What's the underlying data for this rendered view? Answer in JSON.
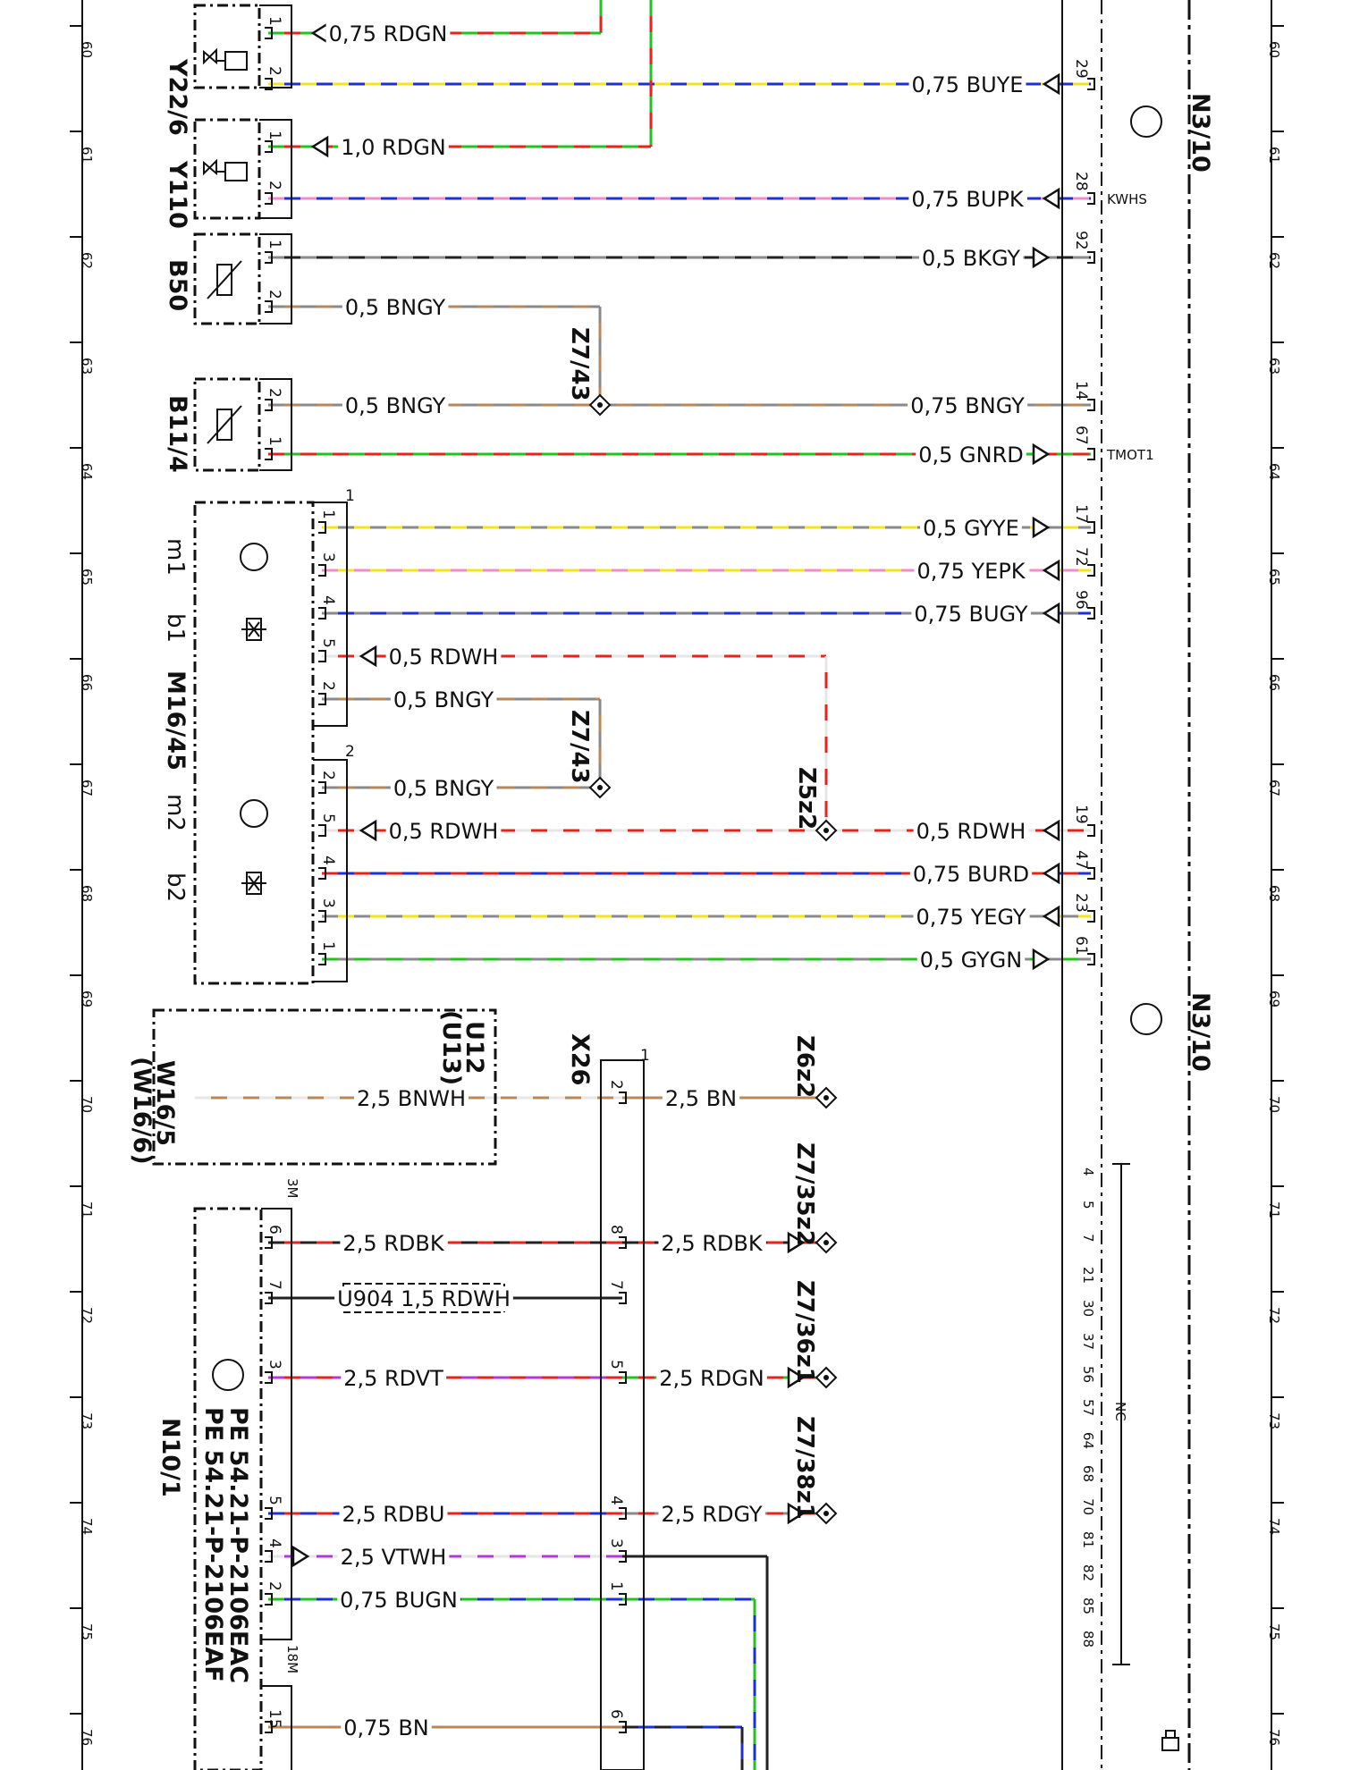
{
  "row_numbers": [
    "60",
    "61",
    "62",
    "63",
    "64",
    "65",
    "66",
    "67",
    "68",
    "69",
    "70",
    "71",
    "72",
    "73",
    "74",
    "75",
    "76"
  ],
  "colors": {
    "RD": "#e8231e",
    "GN": "#22c31e",
    "BU": "#1f2fd6",
    "YE": "#f2e51a",
    "PK": "#f08cc8",
    "BK": "#222222",
    "GY": "#8a8a8a",
    "BN": "#b8875a",
    "WH": "#e6e6e6",
    "VT": "#b03ad4"
  },
  "components": {
    "y22_6": "Y22/6",
    "y110": "Y110",
    "b50": "B50",
    "b11_4": "B11/4",
    "m16_45": "M16/45",
    "m1": "m1",
    "b1": "b1",
    "m2": "m2",
    "b2": "b2",
    "n3_10_a": "N3/10",
    "n3_10_b": "N3/10",
    "u12": "U12",
    "u13": "(U13)",
    "w16_5": "W16/5",
    "w16_6": "(W16/6)",
    "x26": "X26",
    "n10_1": "N10/1",
    "pe1": "PE 54.21-P-2106EAC",
    "pe2": "PE 54.21-P-2106EAF"
  },
  "splices": {
    "z7_43_a": "Z7/43",
    "z7_43_b": "Z7/43",
    "z5z2": "Z5z2",
    "z6z2": "Z6z2",
    "z7_35z2": "Z7/35z2",
    "z7_36z1": "Z7/36z1",
    "z7_38z1": "Z7/38z1"
  },
  "terminal_labels": {
    "kwhs": "KWHS",
    "tmot1": "TMOT1",
    "nc": "NC",
    "conn1": "1",
    "conn2": "2",
    "x26_1": "1",
    "n10_3m": "3M",
    "n10_18m": "18M"
  },
  "nc_pins": [
    "4",
    "5",
    "7",
    "21",
    "30",
    "37",
    "56",
    "57",
    "64",
    "68",
    "70",
    "81",
    "82",
    "85",
    "88"
  ],
  "wires": {
    "w1": {
      "label": "0,75 RDGN",
      "c1": "RD",
      "c2": "GN",
      "pin_l": "1"
    },
    "w2": {
      "label": "0,75 BUYE",
      "c1": "BU",
      "c2": "YE",
      "pin_l": "2",
      "pin_r": "29"
    },
    "w3": {
      "label": "1,0 RDGN",
      "c1": "RD",
      "c2": "GN",
      "pin_l": "1"
    },
    "w4": {
      "label": "0,75 BUPK",
      "c1": "BU",
      "c2": "PK",
      "pin_l": "2",
      "pin_r": "28"
    },
    "w5": {
      "label": "0,5 BKGY",
      "c1": "BK",
      "c2": "GY",
      "pin_l": "1",
      "pin_r": "92"
    },
    "w6": {
      "label": "0,5 BNGY",
      "c1": "BN",
      "c2": "GY",
      "pin_l": "2"
    },
    "w7": {
      "label": "0,5 BNGY",
      "c1": "BN",
      "c2": "GY",
      "pin_l": "2"
    },
    "w7r": {
      "label": "0,75 BNGY",
      "c1": "BN",
      "c2": "GY",
      "pin_r": "14"
    },
    "w8": {
      "label": "0,5 GNRD",
      "c1": "GN",
      "c2": "RD",
      "pin_l": "1",
      "pin_r": "67"
    },
    "w9": {
      "label": "0,5 GYYE",
      "c1": "GY",
      "c2": "YE",
      "pin_l": "1",
      "pin_r": "17"
    },
    "w10": {
      "label": "0,75 YEPK",
      "c1": "YE",
      "c2": "PK",
      "pin_l": "3",
      "pin_r": "72"
    },
    "w11": {
      "label": "0,75 BUGY",
      "c1": "BU",
      "c2": "GY",
      "pin_l": "4",
      "pin_r": "96"
    },
    "w12": {
      "label": "0,5 RDWH",
      "c1": "RD",
      "c2": "WH",
      "pin_l": "5"
    },
    "w13": {
      "label": "0,5 BNGY",
      "c1": "BN",
      "c2": "GY",
      "pin_l": "2"
    },
    "w14": {
      "label": "0,5 BNGY",
      "c1": "BN",
      "c2": "GY",
      "pin_l": "2"
    },
    "w15": {
      "label": "0,5 RDWH",
      "c1": "RD",
      "c2": "WH",
      "pin_l": "5"
    },
    "w15r": {
      "label": "0,5 RDWH",
      "c1": "RD",
      "c2": "WH",
      "pin_r": "19"
    },
    "w16": {
      "label": "0,75 BURD",
      "c1": "BU",
      "c2": "RD",
      "pin_l": "4",
      "pin_r": "47"
    },
    "w17": {
      "label": "0,75 YEGY",
      "c1": "YE",
      "c2": "GY",
      "pin_l": "3",
      "pin_r": "23"
    },
    "w18": {
      "label": "0,5 GYGN",
      "c1": "GY",
      "c2": "GN",
      "pin_l": "1",
      "pin_r": "61"
    },
    "w19": {
      "label": "2,5 BNWH",
      "c1": "BN",
      "c2": "WH"
    },
    "w19r": {
      "label": "2,5 BN",
      "c1": "BN",
      "c2": "BN",
      "pin": "2"
    },
    "w20": {
      "label": "2,5 RDBK",
      "c1": "RD",
      "c2": "BK",
      "pin_l": "6"
    },
    "w20r": {
      "label": "2,5 RDBK",
      "c1": "RD",
      "c2": "BK",
      "pin": "8"
    },
    "w21": {
      "label": "U904  1,5 RDWH",
      "c1": "RD",
      "c2": "WH",
      "pin_l": "7",
      "pin": "7"
    },
    "w22": {
      "label": "2,5 RDVT",
      "c1": "RD",
      "c2": "VT",
      "pin_l": "3"
    },
    "w22r": {
      "label": "2,5 RDGN",
      "c1": "RD",
      "c2": "GN",
      "pin": "5"
    },
    "w23": {
      "label": "2,5 RDBU",
      "c1": "RD",
      "c2": "BU",
      "pin_l": "5"
    },
    "w23r": {
      "label": "2,5 RDGY",
      "c1": "RD",
      "c2": "GY",
      "pin": "4"
    },
    "w24": {
      "label": "2,5 VTWH",
      "c1": "VT",
      "c2": "WH",
      "pin_l": "4",
      "pin": "3"
    },
    "w25": {
      "label": "0,75 BUGN",
      "c1": "BU",
      "c2": "GN",
      "pin_l": "2",
      "pin": "1"
    },
    "w26": {
      "label": "0,75 BN",
      "c1": "BN",
      "c2": "BN",
      "pin_l": "15",
      "pin": "6"
    }
  }
}
